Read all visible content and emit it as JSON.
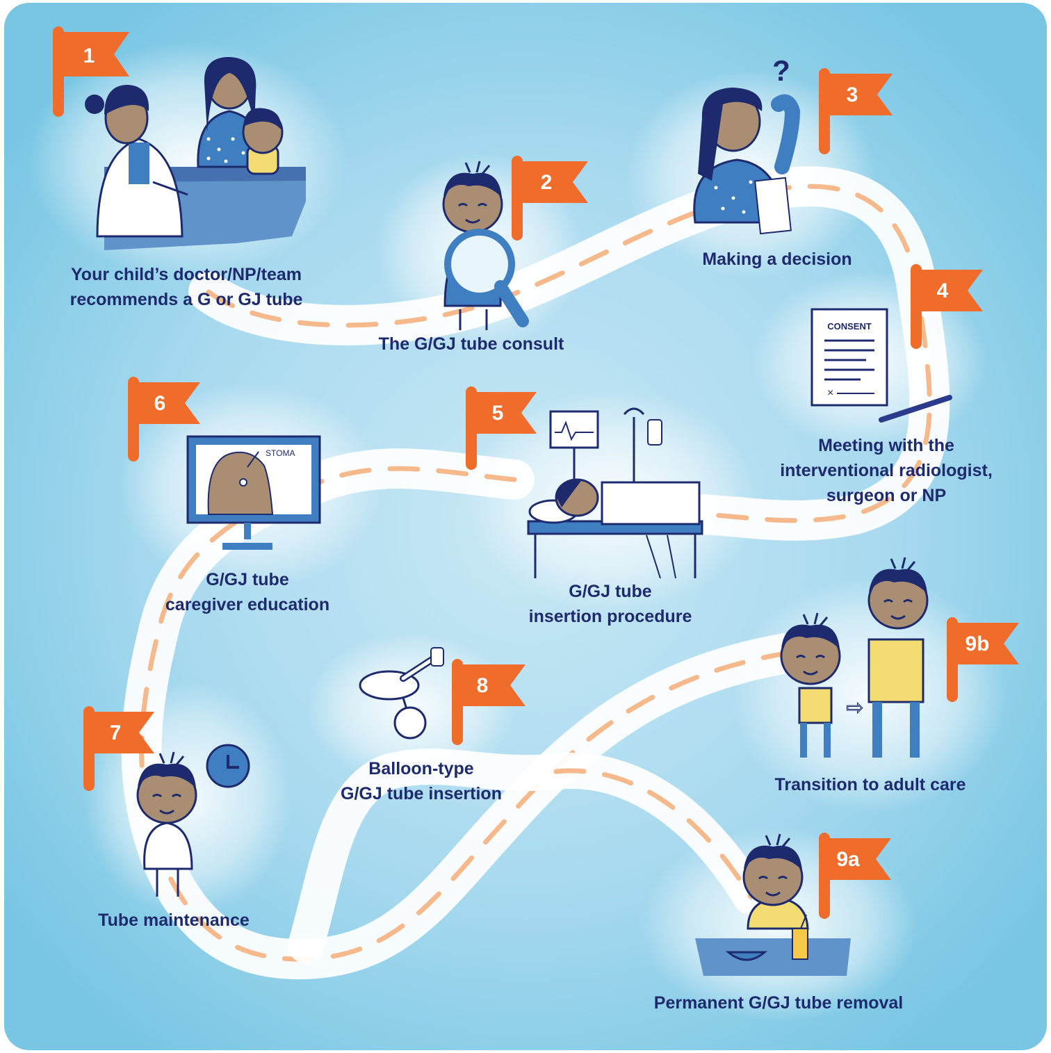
{
  "colors": {
    "background": "#7ecbe6",
    "background_glow": "#cdeaf6",
    "path": "#ffffff",
    "path_dash": "#f5b98c",
    "flag": "#ef6c2a",
    "label_text": "#1e2a6e",
    "ink": "#2b3a8c",
    "figure_blue": "#3f7fc1",
    "skin": "#a98e73"
  },
  "steps": [
    {
      "flag": "1",
      "lines": [
        "Your child’s doctor/NP/team",
        "recommends a G or GJ tube"
      ],
      "icon": "doctor-family-icon"
    },
    {
      "flag": "2",
      "lines": [
        "The G/GJ tube consult"
      ],
      "icon": "magnifying-glass-child-icon"
    },
    {
      "flag": "3",
      "lines": [
        "Making a decision"
      ],
      "icon": "thinking-parent-icon"
    },
    {
      "flag": "4",
      "lines": [
        "Meeting with the",
        "interventional radiologist,",
        "surgeon or NP"
      ],
      "icon": "consent-form-icon",
      "document_text": "CONSENT",
      "signature_mark": "×"
    },
    {
      "flag": "5",
      "lines": [
        "G/GJ tube",
        "insertion procedure"
      ],
      "icon": "hospital-bed-icon"
    },
    {
      "flag": "6",
      "lines": [
        "G/GJ tube",
        "caregiver education"
      ],
      "icon": "monitor-stoma-icon",
      "screen_text": "STOMA"
    },
    {
      "flag": "7",
      "lines": [
        "Tube maintenance"
      ],
      "icon": "child-clock-icon"
    },
    {
      "flag": "8",
      "lines": [
        "Balloon-type",
        "G/GJ tube insertion"
      ],
      "icon": "balloon-tube-icon"
    },
    {
      "flag": "9a",
      "lines": [
        "Permanent G/GJ tube removal"
      ],
      "icon": "child-eating-icon"
    },
    {
      "flag": "9b",
      "lines": [
        "Transition to adult care"
      ],
      "icon": "child-to-adult-icon"
    }
  ],
  "decision_mark": "?",
  "transition_arrow": "⇨"
}
